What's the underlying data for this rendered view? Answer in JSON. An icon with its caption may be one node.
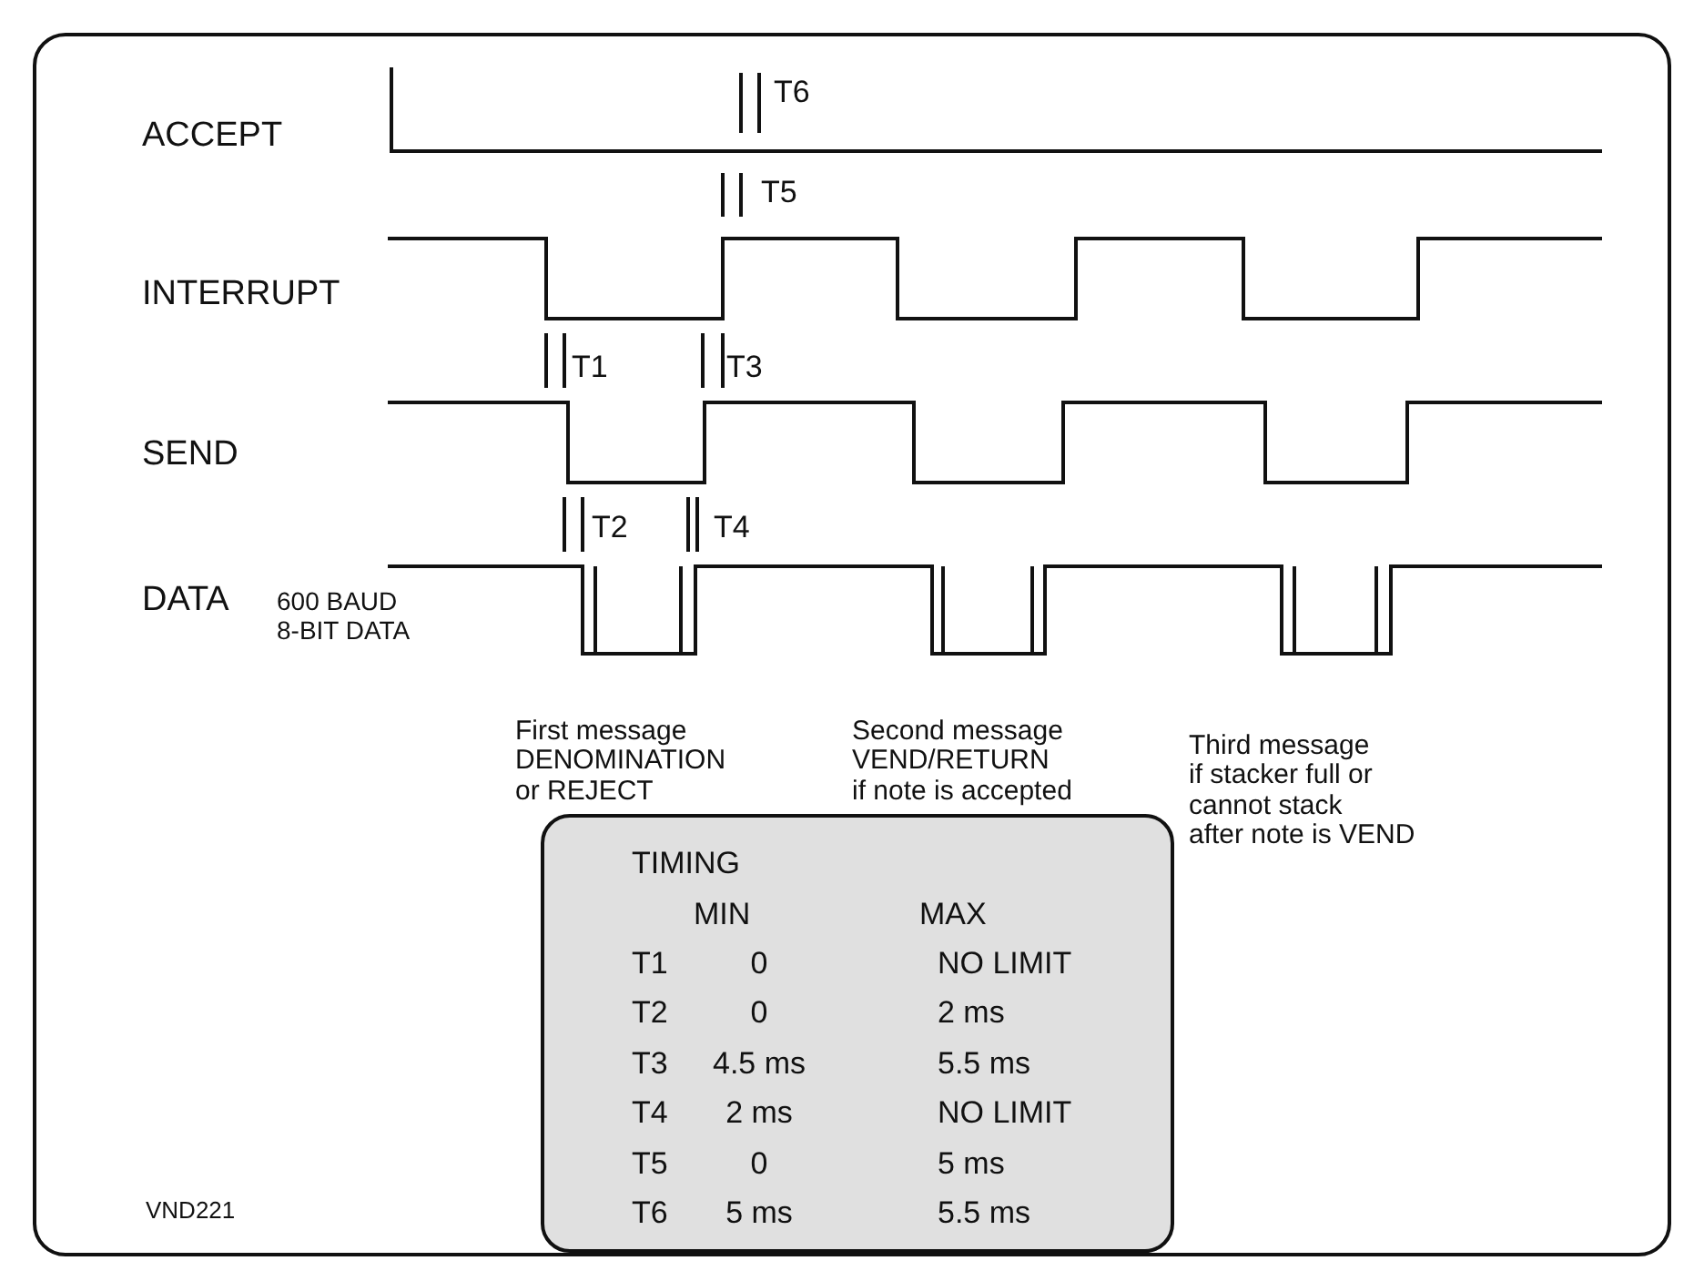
{
  "diagram": {
    "nodes": [
      {
        "text": [
          "TIMING",
          "MIN",
          "MAX",
          "T1",
          "0",
          "NO LIMIT",
          "T2",
          "0",
          "2 ms",
          "T3",
          "4.5 ms",
          "5.5 ms",
          "T4",
          "2 ms",
          "NO LIMIT",
          "T5",
          "0",
          "5 ms",
          "T6",
          "5 ms",
          "5.5 ms"
        ]
      }
    ],
    "labels": [
      "ACCEPT",
      "T6",
      "T5",
      "INTERRUPT",
      "T1",
      "T3",
      "SEND",
      "T2",
      "T4",
      "DATA",
      "600 BAUD 8-BIT DATA",
      "First message DENOMINATION or REJECT",
      "Second message VEND/RETURN if note is accepted",
      "Third message if stacker full or cannot stack after note is VEND",
      "VND221"
    ]
  }
}
